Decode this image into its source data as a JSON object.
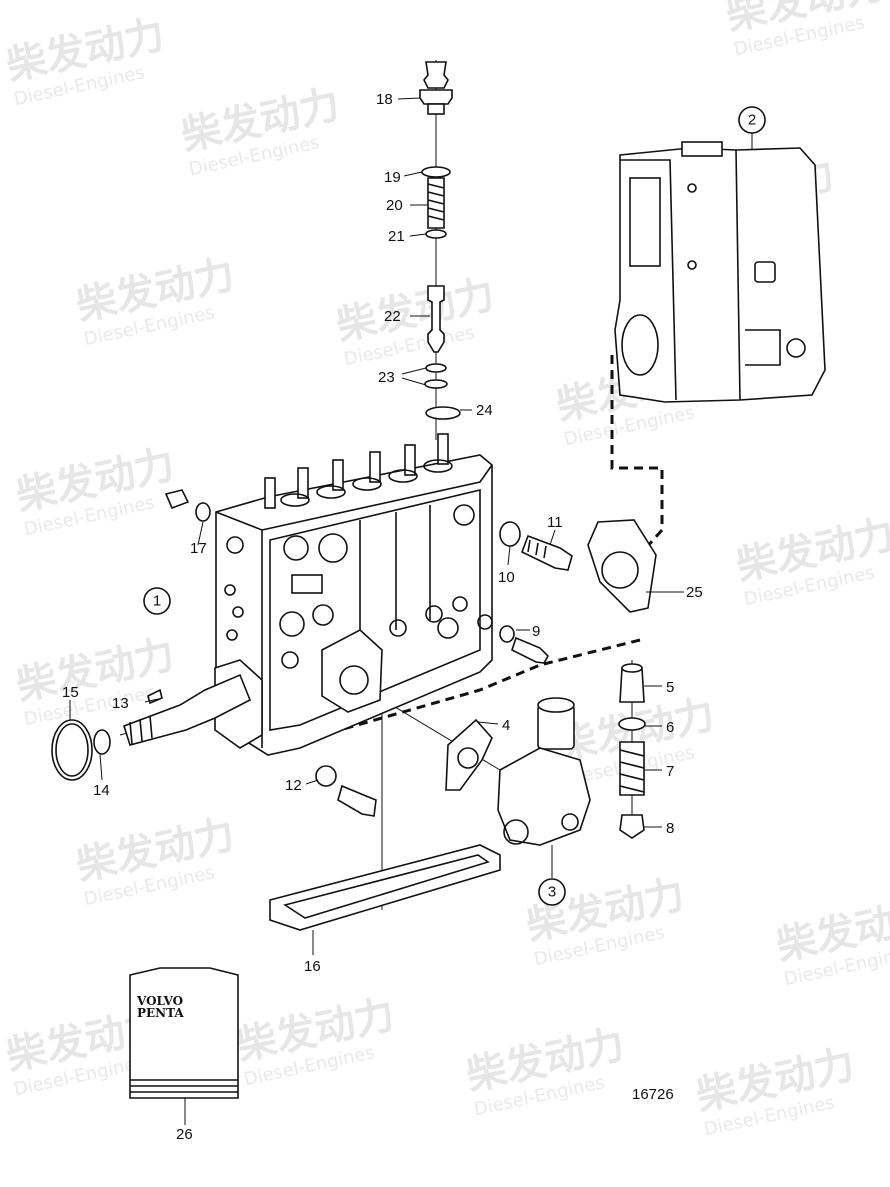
{
  "watermark": {
    "chinese": "柴发动力",
    "english": "Diesel-Engines"
  },
  "drawing_number": "16726",
  "brand_label": {
    "line1": "VOLVO",
    "line2": "PENTA"
  },
  "callouts": {
    "c1": "1",
    "c2": "2",
    "c3": "3",
    "p4": "4",
    "p5": "5",
    "p6": "6",
    "p7": "7",
    "p8": "8",
    "p9": "9",
    "p10": "10",
    "p11": "11",
    "p12": "12",
    "p13": "13",
    "p14": "14",
    "p15": "15",
    "p16": "16",
    "p17": "17",
    "p18": "18",
    "p19": "19",
    "p20": "20",
    "p21": "21",
    "p22": "22",
    "p23": "23",
    "p24": "24",
    "p25": "25",
    "p26": "26"
  }
}
